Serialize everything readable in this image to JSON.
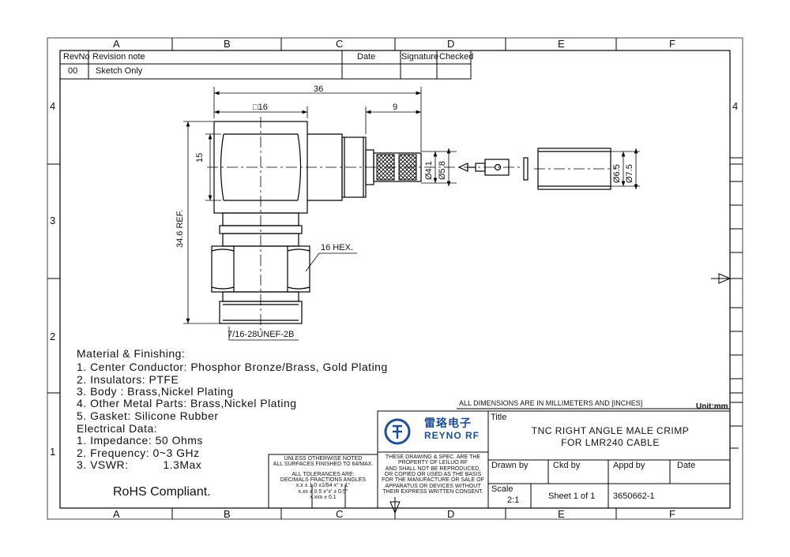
{
  "zones": {
    "columns": [
      "A",
      "B",
      "C",
      "D",
      "E",
      "F"
    ],
    "rows": [
      "4",
      "3",
      "2",
      "1"
    ]
  },
  "revision_table": {
    "headers": [
      "RevNo",
      "Revision note",
      "Date",
      "Signature",
      "Checked"
    ],
    "row": {
      "rev": "00",
      "note": "Sketch Only",
      "date": "",
      "signature": "",
      "checked": ""
    }
  },
  "dimensions": {
    "overall_length": "36",
    "body_square": "□16",
    "crimp_length": "9",
    "body_height": "15",
    "reference_height": "34.6 REF.",
    "hex": "16 HEX.",
    "thread": "7/16-28UNEF-2B",
    "pin_dia_1": "Ø4.1",
    "pin_dia_2": "Ø5.8",
    "ferrule_dia_1": "Ø6.5",
    "ferrule_dia_2": "Ø7.5"
  },
  "notes": {
    "material_title": "Material & Finishing:",
    "materials": [
      "1. Center Conductor: Phosphor Bronze/Brass, Gold Plating",
      "2. Insulators: PTFE",
      "3. Body : Brass,Nickel Plating",
      "4. Other Metal Parts: Brass,Nickel Plating",
      "5. Gasket: Silicone Rubber"
    ],
    "electrical_title": "Electrical Data:",
    "electrical": [
      "1. Impedance: 50 Ohms",
      "2. Frequency: 0~3 GHz",
      "3. VSWR:          1.3Max"
    ],
    "rohs": "RoHS Compliant."
  },
  "title_block": {
    "all_dims": "ALL DIMENSIONS ARE IN MILLIMETERS AND [INCHES]",
    "unit": "Unit:mm",
    "title_label": "Title",
    "title_line1": "TNC RIGHT ANGLE MALE CRIMP",
    "title_line2": "FOR LMR240 CABLE",
    "logo_cn": "雷珞电子",
    "logo_en": "REYNO RF",
    "drawn_by": "Drawn by",
    "ckd_by": "Ckd by",
    "appd_by": "Appd by",
    "date": "Date",
    "scale_label": "Scale",
    "scale_value": "2:1",
    "sheet": "Sheet 1 of 1",
    "part_number": "3650662-1",
    "tolerance_lines": [
      "UNLESS OTHERWISE NOTED",
      "ALL SURFACES FINISHED TO 64/MAX.",
      "ALL TOLERANCES ARE:",
      "DECIMALS  FRACTIONS  ANGLES",
      "x.x ± 1.0      ±1/64        x° ± 1°",
      "x.xx ± 0.5                      x°x' ± 0.5°",
      "x.xxx ± 0.1"
    ],
    "property_lines": [
      "THESE DRAWING & SPEC. ARE THE",
      "PROPERTY OF LEILUO RF",
      "AND SHALL NOT BE REPRODUCED,",
      "OR COPIED OR USED AS THE BASIS",
      "FOR THE MANUFACTURE OR SALE OF",
      "APPARATUS OR DEVICES WITHOUT",
      "THEIR EXPRESS WRITTEN CONSENT."
    ]
  }
}
